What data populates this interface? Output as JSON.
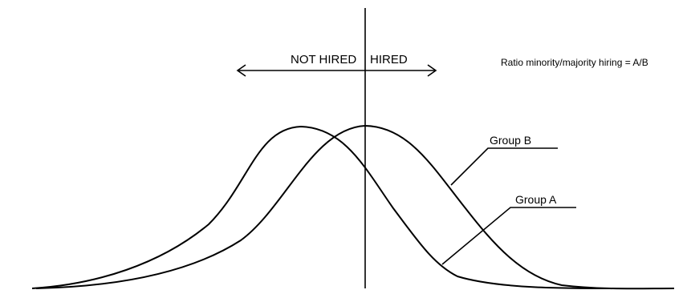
{
  "labels": {
    "not_hired": "NOT HIRED",
    "hired": "HIRED",
    "ratio": "Ratio minority/majority hiring = A/B",
    "group_b": "Group B",
    "group_a": "Group A"
  },
  "colors": {
    "stroke": "#000000",
    "background": "#ffffff"
  }
}
